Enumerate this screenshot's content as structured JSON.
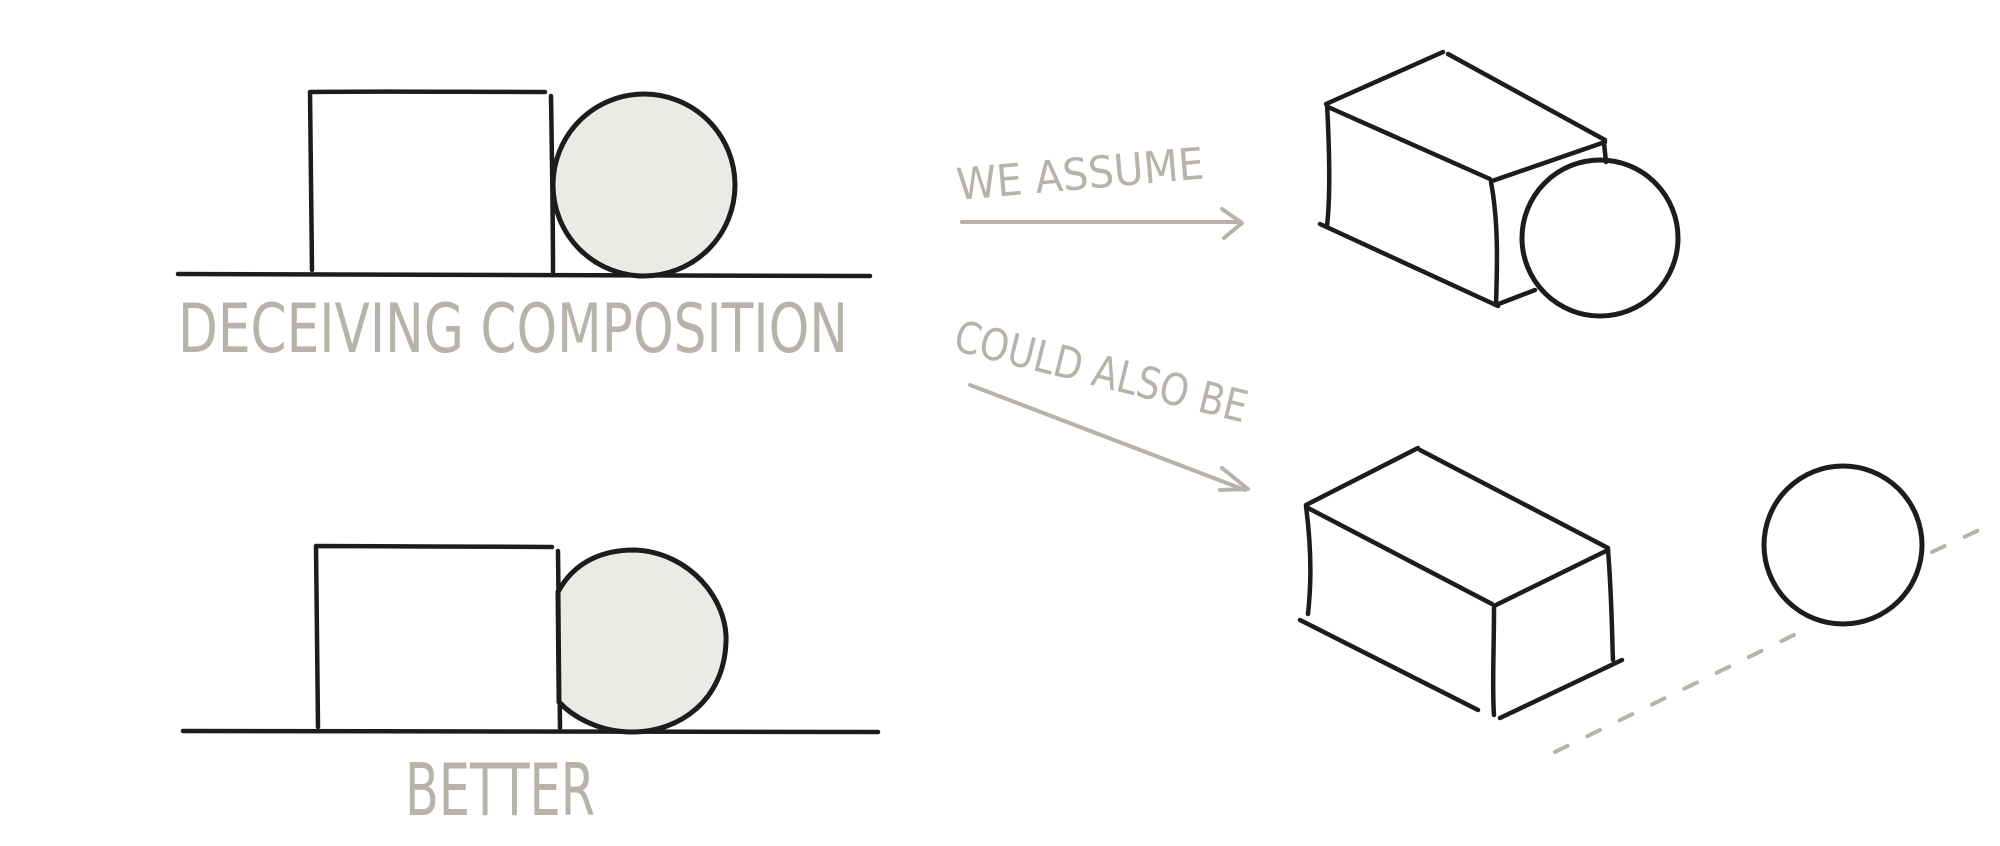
{
  "labels": {
    "top_caption": "DECEIVING COMPOSITION",
    "bottom_caption": "BETTER",
    "arrow_top": "WE ASSUME",
    "arrow_bottom": "COULD ALSO BE"
  },
  "colors": {
    "ink": "#1c1c1c",
    "pencil_grey": "#b7b3aa",
    "ball_fill": "#eceae6",
    "background": "#ffffff"
  }
}
